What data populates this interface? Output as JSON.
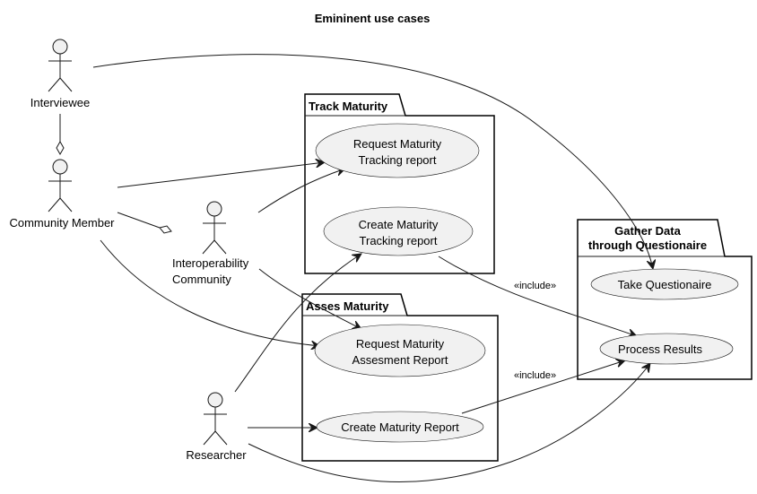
{
  "title": "Emininent use cases",
  "actors": {
    "interviewee": "Interviewee",
    "community_member": "Community Member",
    "interop_line1": "Interoperability",
    "interop_line2": "Community",
    "researcher": "Researcher"
  },
  "packages": {
    "track": "Track Maturity",
    "asses": "Asses Maturity",
    "gather_line1": "Gather Data",
    "gather_line2": "through Questionaire"
  },
  "usecases": {
    "req_track_1": "Request Maturity",
    "req_track_2": "Tracking report",
    "create_track_1": "Create Maturity",
    "create_track_2": "Tracking report",
    "req_assess_1": "Request Maturity",
    "req_assess_2": "Assesment Report",
    "create_report": "Create Maturity Report",
    "take_questionaire": "Take Questionaire",
    "process_results": "Process Results"
  },
  "stereotypes": {
    "include_1": "«include»",
    "include_2": "«include»"
  },
  "colors": {
    "fill": "#f1f1f1",
    "stroke": "#181818",
    "background": "#ffffff"
  }
}
